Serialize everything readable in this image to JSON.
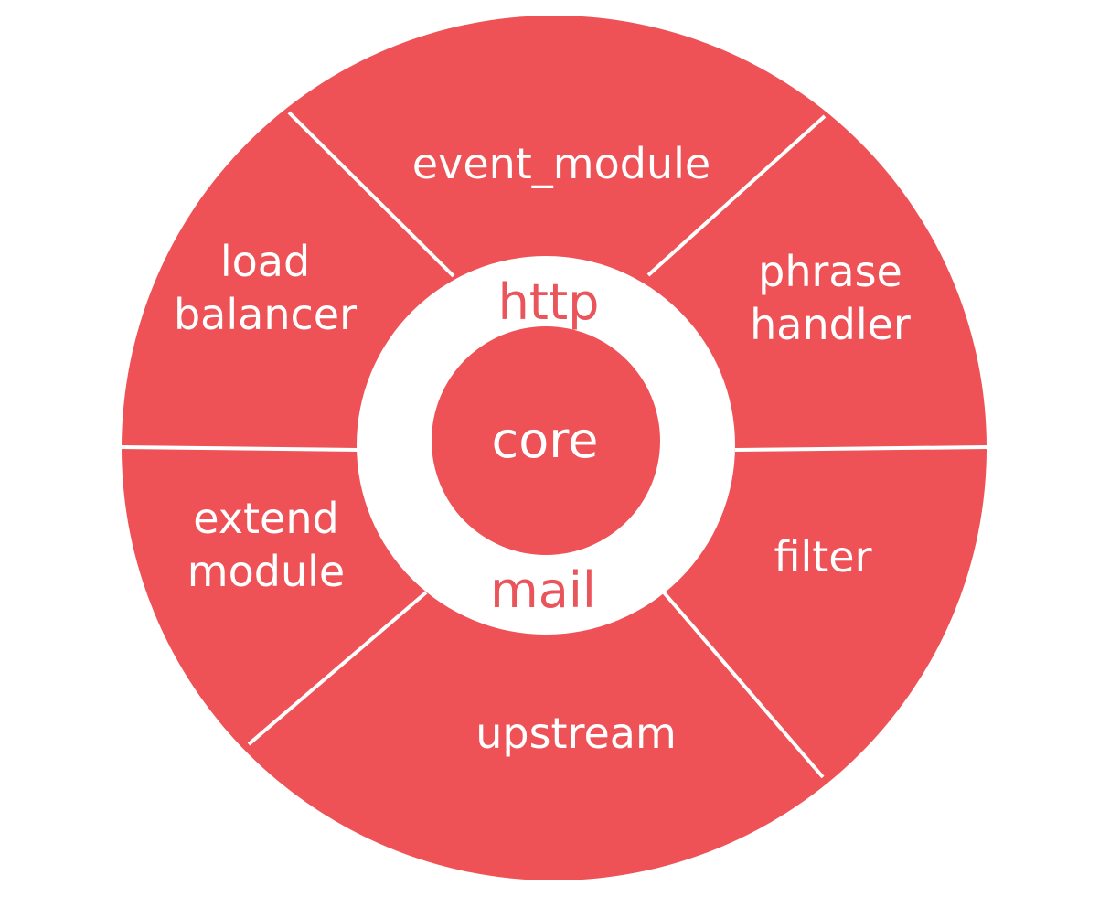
{
  "colors": {
    "fill": "#ee5256",
    "divider": "#ffffff",
    "inner_ring": "#ffffff",
    "ring_text": "#e9555a"
  },
  "segments": [
    {
      "id": "event-module",
      "lines": [
        "event_module"
      ]
    },
    {
      "id": "phrase-handler",
      "lines": [
        "phrase",
        "handler"
      ]
    },
    {
      "id": "filter",
      "lines": [
        "filter"
      ]
    },
    {
      "id": "upstream",
      "lines": [
        "upstream"
      ]
    },
    {
      "id": "extend-module",
      "lines": [
        "extend",
        "module"
      ]
    },
    {
      "id": "load-balancer",
      "lines": [
        "load",
        "balancer"
      ]
    }
  ],
  "ring": {
    "top": "http",
    "bottom": "mail"
  },
  "core": {
    "label": "core"
  }
}
